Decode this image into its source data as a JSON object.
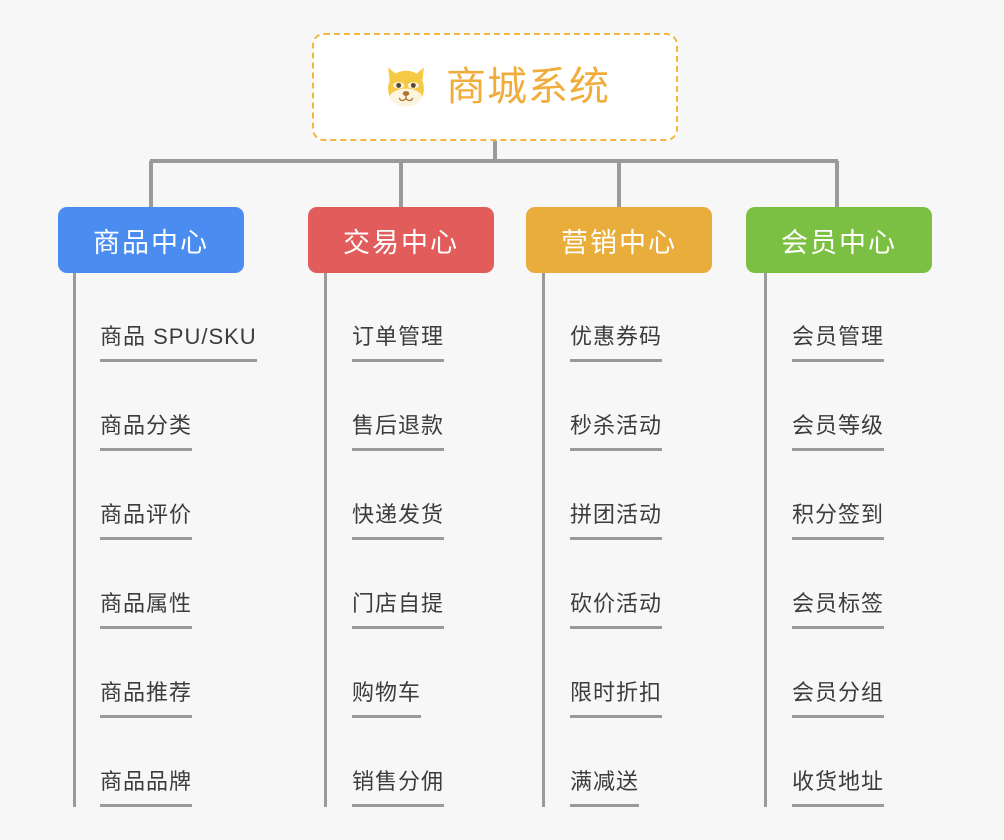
{
  "page": {
    "background_color": "#f7f7f7",
    "line_color": "#9a9a9a",
    "leaf_text_color": "#3c3c3c"
  },
  "root": {
    "title": "商城系统",
    "icon": "shiba-dog-face-emoji",
    "text_color": "#f0ad3c",
    "border_color": "#f3b63f",
    "background_color": "#ffffff"
  },
  "columns": [
    {
      "id": "product-center",
      "label": "商品中心",
      "color": "#4a8cf0",
      "items": [
        "商品 SPU/SKU",
        "商品分类",
        "商品评价",
        "商品属性",
        "商品推荐",
        "商品品牌"
      ]
    },
    {
      "id": "trade-center",
      "label": "交易中心",
      "color": "#e25c5c",
      "items": [
        "订单管理",
        "售后退款",
        "快递发货",
        "门店自提",
        "购物车",
        "销售分佣"
      ]
    },
    {
      "id": "marketing-center",
      "label": "营销中心",
      "color": "#e9ad3c",
      "items": [
        "优惠券码",
        "秒杀活动",
        "拼团活动",
        "砍价活动",
        "限时折扣",
        "满减送"
      ]
    },
    {
      "id": "member-center",
      "label": "会员中心",
      "color": "#7cc043",
      "items": [
        "会员管理",
        "会员等级",
        "积分签到",
        "会员标签",
        "会员分组",
        "收货地址"
      ]
    }
  ]
}
